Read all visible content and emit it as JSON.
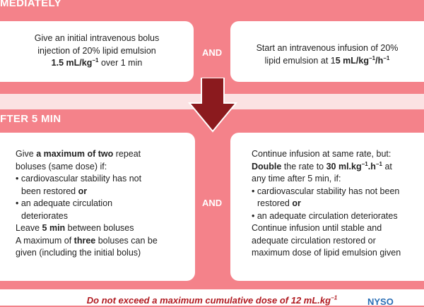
{
  "section1": {
    "header": "MEDIATELY",
    "left": {
      "line1": "Give an initial intravenous bolus",
      "line2": "injection of 20% lipid emulsion",
      "dose": "1.5 mL/kg",
      "dose_exp": "−1",
      "dose_tail": " over 1 min"
    },
    "and": "AND",
    "right": {
      "line1": "Start an intravenous infusion of 20%",
      "line2_pre": "lipid emulsion at 1",
      "line2_bold": "5 mL/kg",
      "exp1": "−1",
      "slash": "/h",
      "exp2": "−1"
    }
  },
  "section2": {
    "header": "FTER 5 MIN",
    "left": {
      "l1_pre": "Give ",
      "l1_bold": "a maximum of two",
      "l1_post": " repeat",
      "l2": "boluses (same dose) if:",
      "b1": "• cardiovascular stability has not",
      "b1b_pre": "  been restored ",
      "b1b_bold": "or",
      "b2": "• an adequate circulation",
      "b2b": "  deteriorates",
      "l_leave_pre": "Leave ",
      "l_leave_bold": "5 min",
      "l_leave_post": " between boluses",
      "l_max_pre": "A maximum of ",
      "l_max_bold": "three",
      "l_max_post": " boluses can be",
      "l_last": "given (including the initial bolus)"
    },
    "and": "AND",
    "right": {
      "l1": "Continue infusion at same rate, but:",
      "l2_bold1": "Double",
      "l2_mid": " the rate to ",
      "l2_bold2": "30 ml.kg",
      "exp1": "−1",
      "l2_bold3": ".h",
      "exp2": "−1",
      "l2_tail": " at",
      "l3": "any time after 5 min, if:",
      "b1": "• cardiovascular stability has not been",
      "b1b_pre": "  restored ",
      "b1b_bold": "or",
      "b2": "• an adequate circulation deteriorates",
      "l4": "Continue infusion until stable and",
      "l5": "adequate circulation restored or",
      "l6": "maximum dose of lipid emulsion given"
    }
  },
  "footer": {
    "text": "Do not exceed a maximum cumulative dose of 12 mL.kg",
    "exp": "−1"
  },
  "logo": "NYSO",
  "colors": {
    "background": "#f4828a",
    "arrow": "#8b1a1e",
    "footer_text": "#b01a20"
  }
}
